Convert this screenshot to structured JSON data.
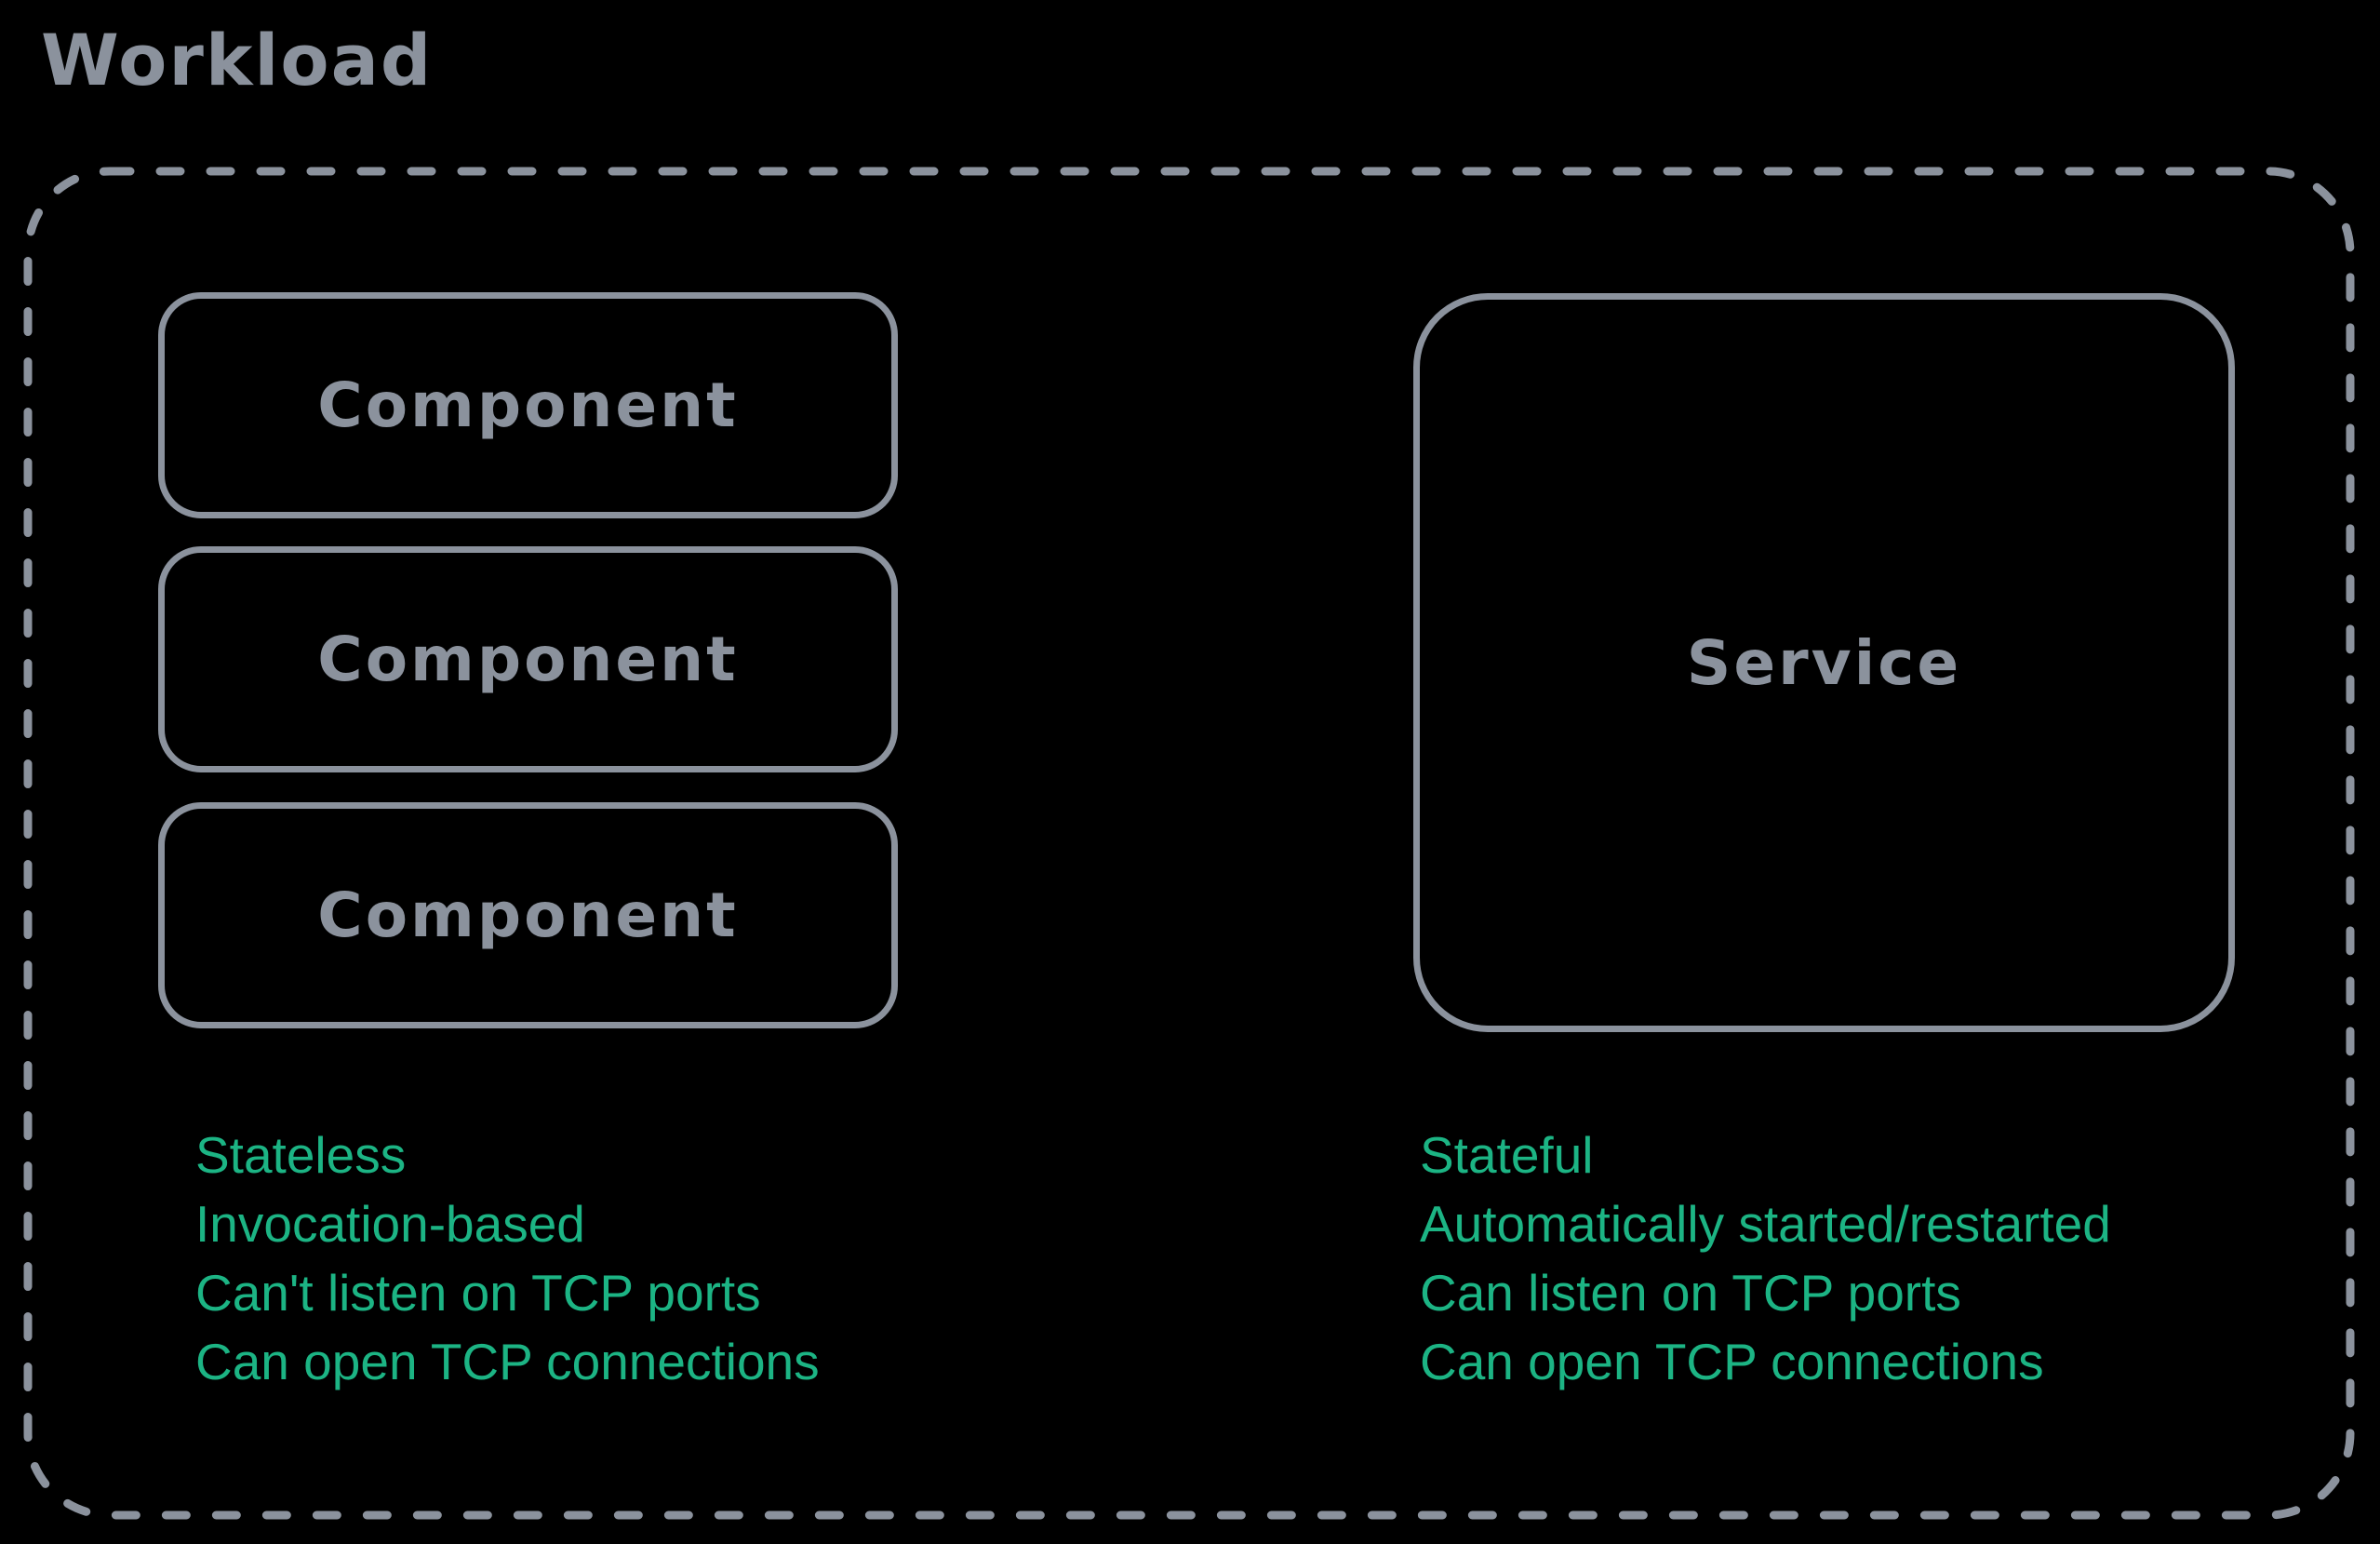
{
  "title": "Workload",
  "colors": {
    "background": "#000000",
    "stroke_gray": "#8b929d",
    "accent_green": "#1cb484"
  },
  "workload": {
    "components": [
      {
        "label": "Component"
      },
      {
        "label": "Component"
      },
      {
        "label": "Component"
      }
    ],
    "service": {
      "label": "Service"
    },
    "component_traits": [
      "Stateless",
      "Invocation-based",
      "Can't listen on TCP ports",
      "Can open TCP connections"
    ],
    "service_traits": [
      "Stateful",
      "Automatically started/restarted",
      "Can listen on TCP ports",
      "Can open TCP connections"
    ]
  }
}
